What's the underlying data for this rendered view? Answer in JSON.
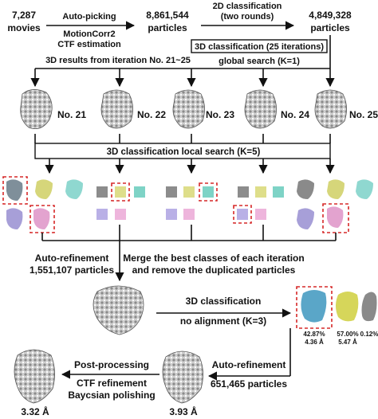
{
  "top_row": {
    "movies_count": "7,287",
    "movies_label": "movies",
    "step1_line1": "Auto-picking",
    "step1_line2": "MotionCorr2",
    "step1_line3": "CTF estimation",
    "particles1_count": "8,861,544",
    "particles1_label": "particles",
    "step2_line1": "2D classification",
    "step2_line2": "(two rounds)",
    "particles2_count": "4,849,328",
    "particles2_label": "particles"
  },
  "class3d_global": {
    "line1": "3D classification (25 iterations)",
    "line2": "global search (K=1)"
  },
  "iteration_results": {
    "label": "3D results from iteration No. 21~25",
    "items": [
      "No. 21",
      "No. 22",
      "No. 23",
      "No. 24",
      "No. 25"
    ]
  },
  "local_search": {
    "label": "3D classification local search (K=5)"
  },
  "refinement1": {
    "line1": "Auto-refinement",
    "line2": "1,551,107 particles"
  },
  "merge": {
    "line1": "Merge the best classes of each iteration",
    "line2": "and remove the duplicated particles"
  },
  "class3d_noalign": {
    "line1": "3D classification",
    "line2": "no alignment (K=3)"
  },
  "final_classes": [
    {
      "percent": "42.87%",
      "resolution": "4.36 Å"
    },
    {
      "percent": "57.00%",
      "resolution": "5.47 Å"
    },
    {
      "percent": "0.12%",
      "resolution": ""
    }
  ],
  "refinement2": {
    "line1": "Auto-refinement",
    "line2": "651,465 particles"
  },
  "postprocess": {
    "line1": "Post-processing",
    "line2": "CTF refinement",
    "line3": "Baycsian polishing"
  },
  "final_maps": {
    "res_left": "3.32 Å",
    "res_right": "3.93 Å"
  },
  "colors": {
    "class_gray": "#8c8c8c",
    "class_yellow": "#dede8a",
    "class_teal": "#7ed3c6",
    "class_lavender": "#b9b0e6",
    "class_pink": "#eeb5dc",
    "highlight_dash": "#d62828",
    "map_blue": "#5aa6c8",
    "map_yellow": "#d6d65a"
  }
}
